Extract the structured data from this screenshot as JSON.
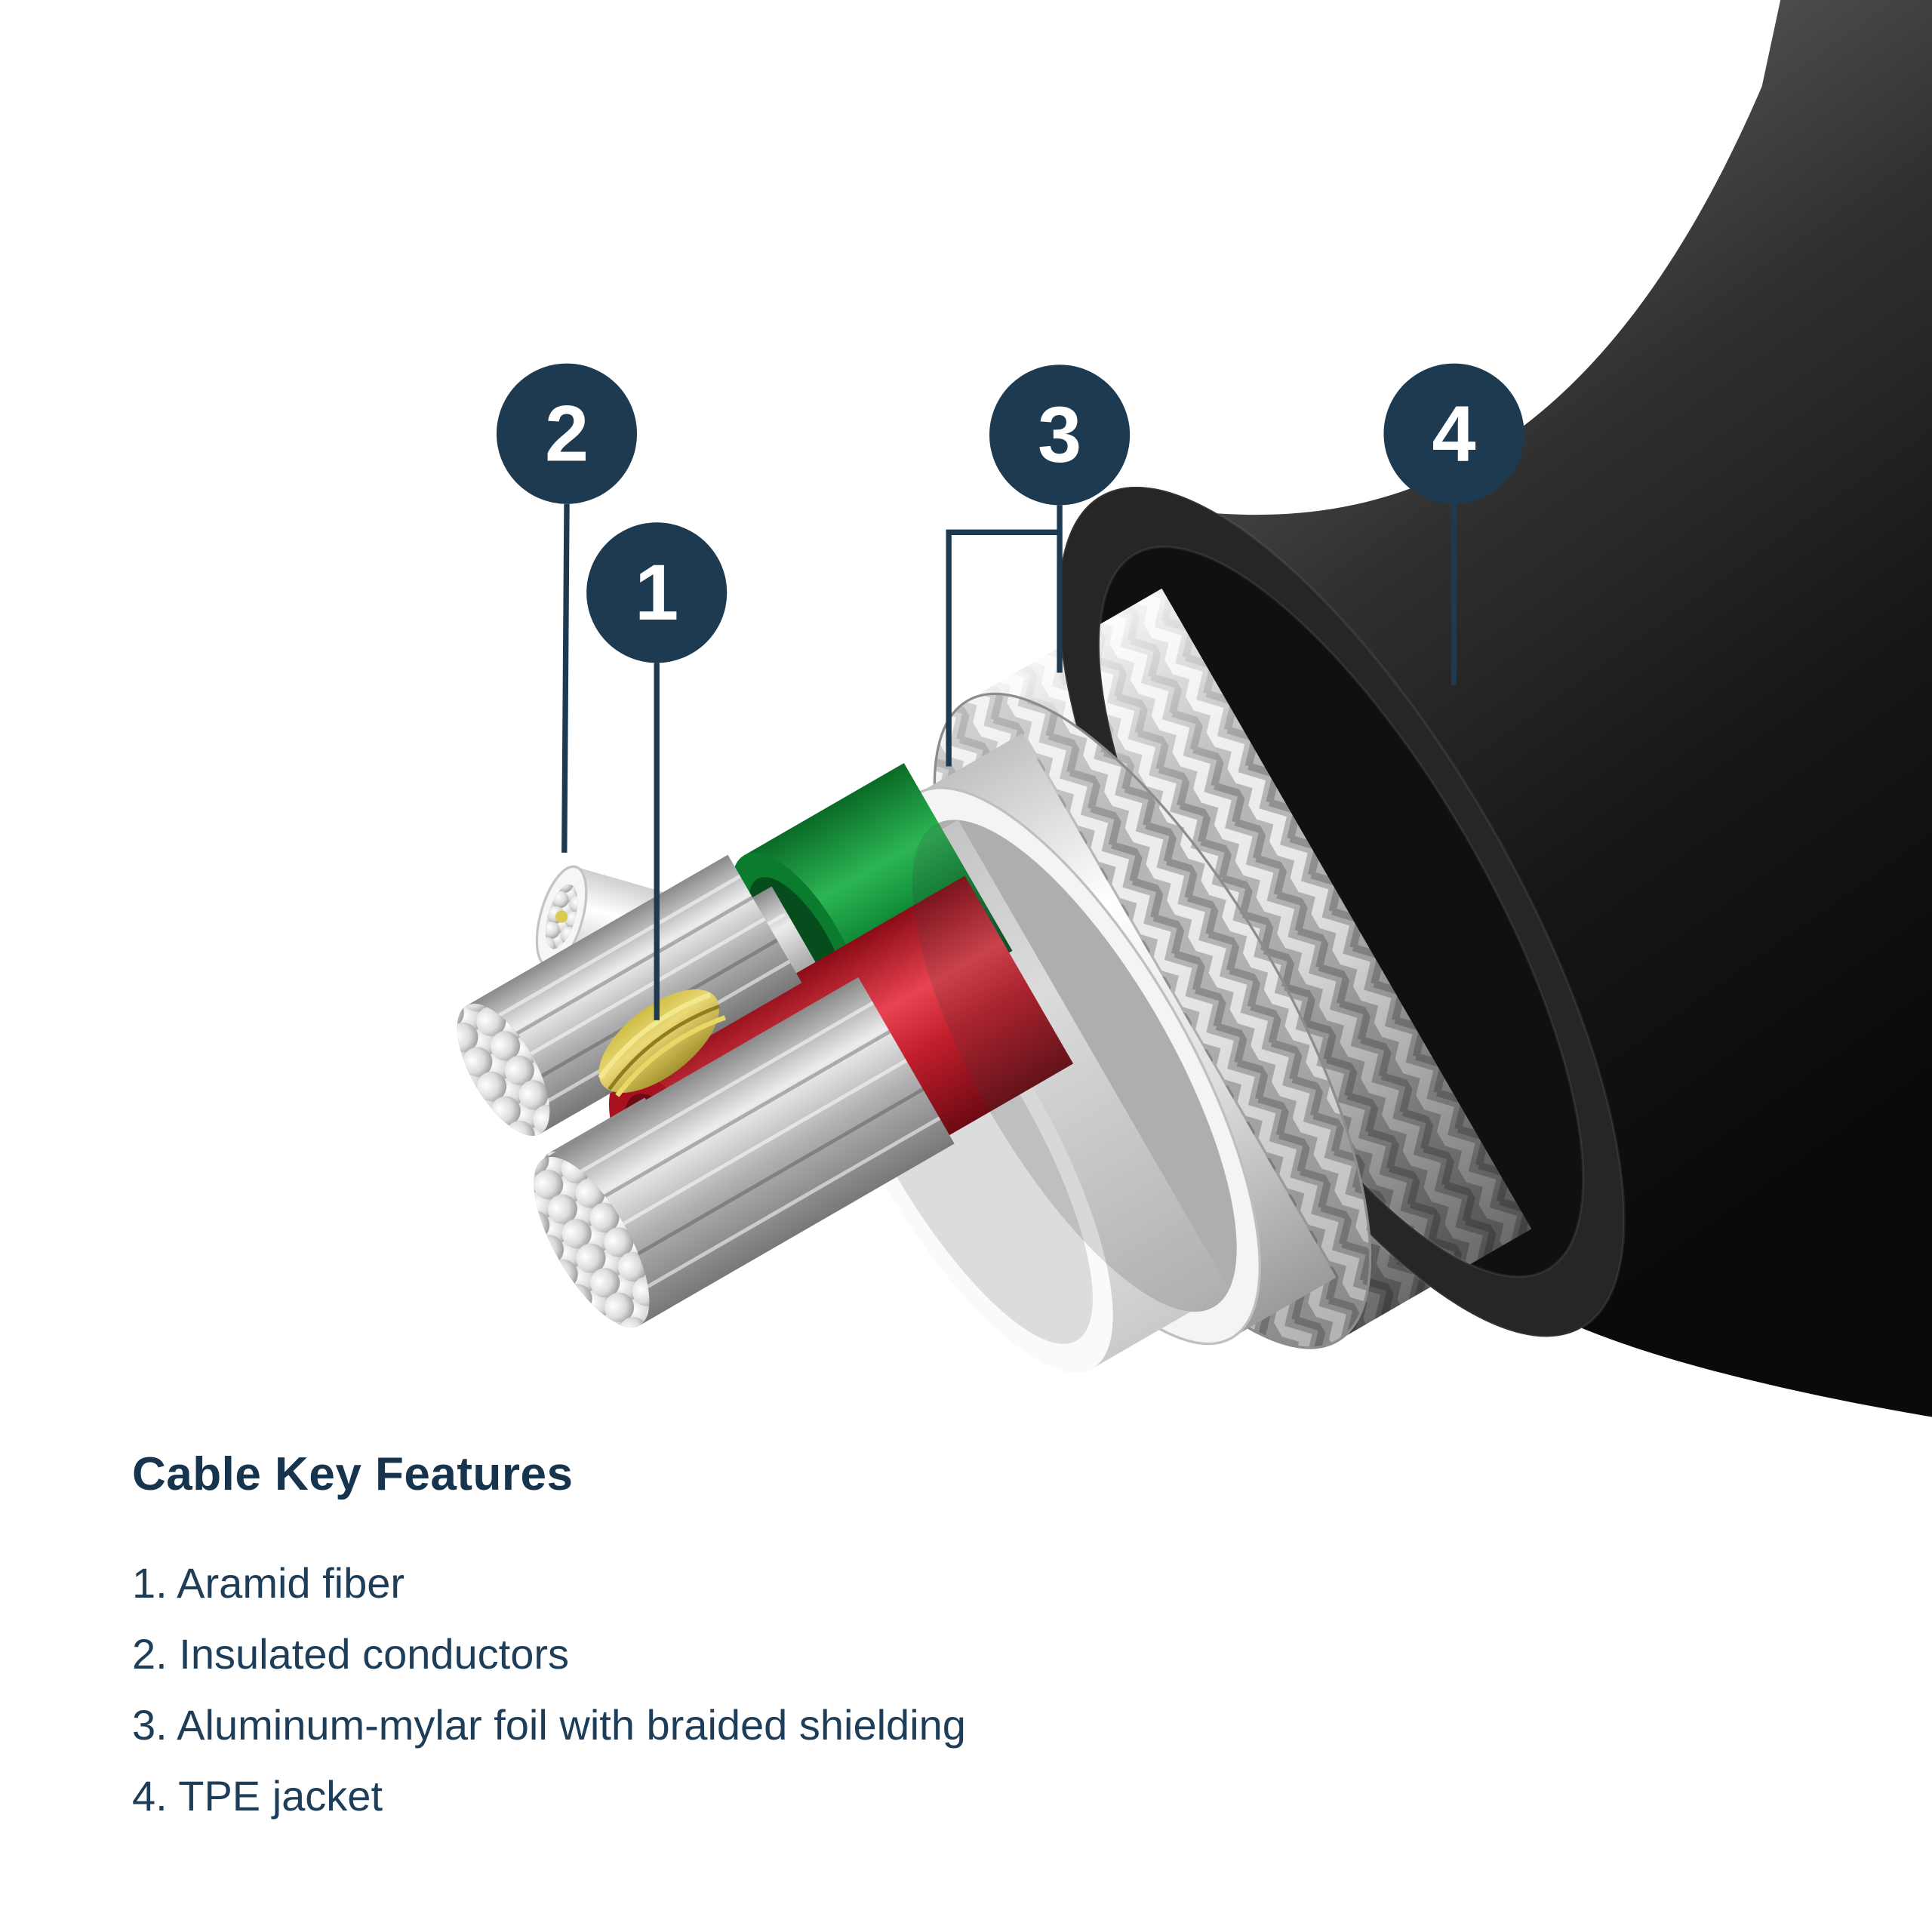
{
  "illustration": {
    "callouts": [
      {
        "number": "1",
        "part": "Aramid fiber"
      },
      {
        "number": "2",
        "part": "Insulated conductors"
      },
      {
        "number": "3",
        "part": "Aluminum-mylar foil with braided shielding"
      },
      {
        "number": "4",
        "part": "TPE jacket"
      }
    ]
  },
  "features": {
    "heading": "Cable Key Features",
    "items": [
      "1. Aramid fiber",
      "2. Insulated conductors",
      "3. Aluminum-mylar foil with braided shielding",
      "4. TPE jacket"
    ]
  },
  "colors": {
    "background": "#ffffff",
    "callout_circle": "#1d3a50",
    "callout_number": "#ffffff",
    "leader_line": "#1d3a50",
    "heading_text": "#17344e",
    "body_text": "#1e3d58",
    "jacket_black": "#141414",
    "conductor_green": "#128a38",
    "conductor_red": "#c11e2c",
    "aramid_yellow": "#d9ca52",
    "shield_silver": "#c9c9c9"
  }
}
